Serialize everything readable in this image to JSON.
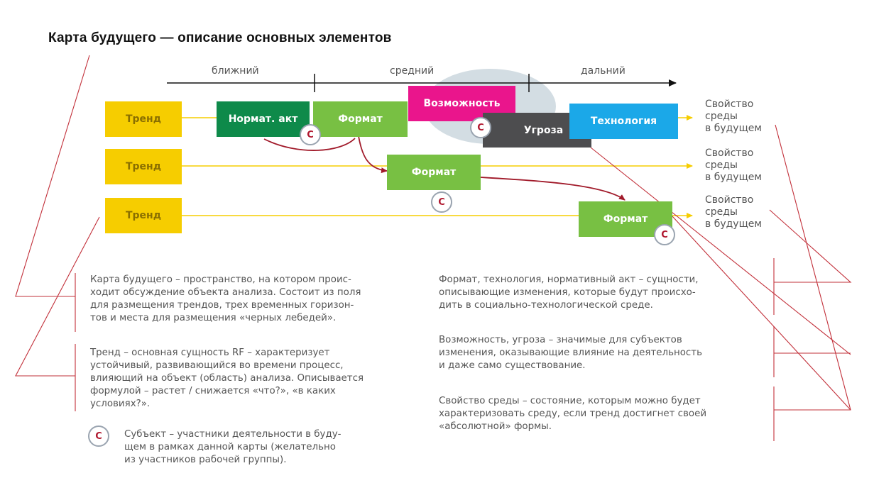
{
  "title": "Карта будущего — описание основных элементов",
  "horizons": [
    "ближний",
    "средний",
    "дальний"
  ],
  "trends": [
    "Тренд",
    "Тренд",
    "Тренд"
  ],
  "boxes": {
    "normat_akt": "Нормат. акт",
    "format_1": "Формат",
    "vozmozhnost": "Возможность",
    "ugroza": "Угроза",
    "tehnologiya": "Технология",
    "format_2": "Формат",
    "format_3": "Формат"
  },
  "subject_marker": "С",
  "properties": [
    [
      "Свойство",
      "среды",
      "в будущем"
    ],
    [
      "Свойство",
      "среды",
      "в будущем"
    ],
    [
      "Свойство",
      "среды",
      "в будущем"
    ]
  ],
  "left_paragraphs": {
    "map": [
      "Карта будущего – пространство, на котором проис-",
      "ходит обсуждение объекта анализа. Состоит из поля",
      "для размещения трендов, трех временных горизон-",
      "тов и места для размещения «черных лебедей»."
    ],
    "trend": [
      "Тренд – основная сущность RF – характеризует",
      "устойчивый, развивающийся во времени процесс,",
      "влияющий на объект (область) анализа. Описывается",
      "формулой – растет / снижается «что?», «в каких",
      "условиях?»."
    ],
    "subject": [
      "Субъект – участники деятельности в буду-",
      "щем в рамках данной карты (желательно",
      "из участников рабочей группы)."
    ]
  },
  "right_paragraphs": {
    "format": [
      "Формат, технология, нормативный акт – сущности,",
      "описывающие изменения, которые будут происхо-",
      "дить в социально-технологической среде."
    ],
    "opportunity": [
      "Возможность, угроза – значимые для субъектов",
      "изменения, оказывающие влияние на деятельность",
      "и даже само существование."
    ],
    "property": [
      "Свойство среды – состояние, которым можно будет",
      "характеризовать среду, если тренд достигнет своей",
      "«абсолютной» формы."
    ]
  },
  "colors": {
    "trend": "#f6cd00",
    "normat": "#0e8a4a",
    "format": "#78c043",
    "opportunity": "#ea158c",
    "threat": "#4d4d4f",
    "technology": "#1ba8e8",
    "arrow": "#a11a2a",
    "annotation": "#c2303a"
  }
}
